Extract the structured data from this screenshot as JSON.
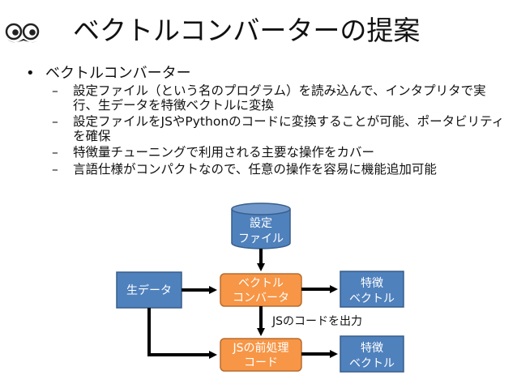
{
  "slide": {
    "title": "ベクトルコンバーターの提案",
    "bullet": "ベクトルコンバーター",
    "sub_items": [
      "設定ファイル（という名のプログラム）を読み込んで、インタプリタで実行、生データを特徴ベクトルに変換",
      "設定ファイルをJSやPythonのコードに変換することが可能、ポータビリティを確保",
      "特徴量チューニングで利用される主要な操作をカバー",
      "言語仕様がコンパクトなので、任意の操作を容易に機能追加可能"
    ],
    "bullet_symbol": "•",
    "sub_symbol": "–"
  },
  "diagram": {
    "config_line1": "設定",
    "config_line2": "ファイル",
    "raw_data": "生データ",
    "converter_line1": "ベクトル",
    "converter_line2": "コンバータ",
    "feature1_line1": "特徴",
    "feature1_line2": "ベクトル",
    "js_output_label": "JSのコードを出力",
    "js_code_line1": "JSの前処理",
    "js_code_line2": "コード",
    "feature2_line1": "特徴",
    "feature2_line2": "ベクトル"
  },
  "colors": {
    "blue_fill": "#4f81bd",
    "blue_stroke": "#385d8a",
    "orange_fill": "#f79646",
    "orange_stroke": "#b66d31",
    "arrow": "#000000"
  },
  "icons": {
    "logo": "two-eyes-mustache-logo"
  }
}
